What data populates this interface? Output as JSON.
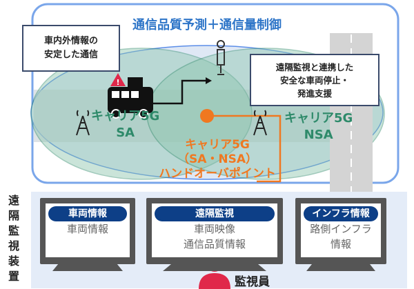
{
  "title": "通信品質予測＋通信量制御",
  "callout_left": [
    "車内外情報の",
    "安定した通信"
  ],
  "callout_right": [
    "遠隔監視と連携した",
    "安全な車両停止・",
    "発進支援"
  ],
  "carrier_sa": [
    "キャリア5G",
    "SA"
  ],
  "carrier_nsa": [
    "キャリア5G",
    "NSA"
  ],
  "handover": [
    "キャリア5G",
    "（SA・NSA）",
    "ハンドオーバポイント"
  ],
  "device_label": "遠隔監視装置",
  "monitors": [
    {
      "header": "車両情報",
      "lines": [
        "車両情報"
      ]
    },
    {
      "header": "遠隔監視",
      "lines": [
        "車両映像",
        "通信品質情報"
      ]
    },
    {
      "header": "インフラ情報",
      "lines": [
        "路側インフラ",
        "情報"
      ]
    }
  ],
  "operator": "監視員",
  "colors": {
    "frame": "#6fa0e8",
    "title": "#2e75c8",
    "green": "#2e8a6a",
    "orange": "#f07820",
    "navy": "#0d3f87",
    "alert": "#e0284a"
  }
}
